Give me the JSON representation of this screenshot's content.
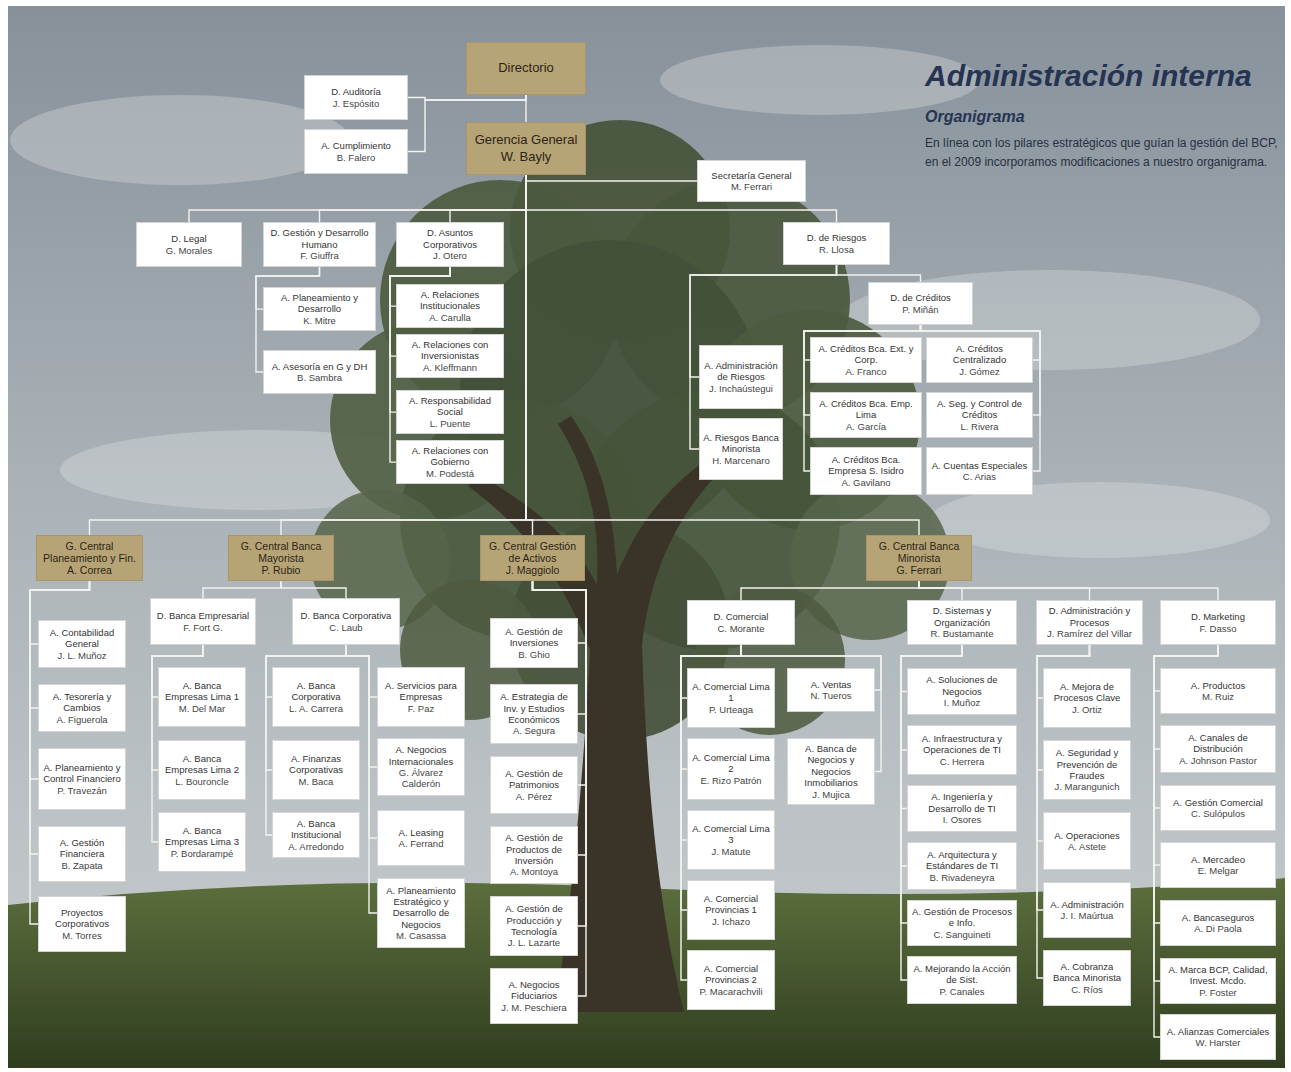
{
  "diagram": {
    "title": "Administración interna",
    "caption": "En línea con los pilares estratégicos que guían la gestión del BCP, en el 2009 incorporamos modificaciones a nuestro organigrama.",
    "labels": [
      "Organigrama"
    ],
    "nodes": [
      {
        "text": [
          "Directorio"
        ]
      },
      {
        "text": [
          "Gerencia General",
          "W. Bayly"
        ]
      },
      {
        "text": [
          "D. Auditoría",
          "J. Espósito"
        ]
      },
      {
        "text": [
          "A. Cumplimiento",
          "B. Falero"
        ]
      },
      {
        "text": [
          "Secretaría General",
          "M. Ferrari"
        ]
      },
      {
        "text": [
          "D. Legal",
          "G. Morales"
        ]
      },
      {
        "text": [
          "D. Gestión y Desarrollo Humano",
          "F. Giuffra"
        ]
      },
      {
        "text": [
          "D. Asuntos Corporativos",
          "J. Otero"
        ]
      },
      {
        "text": [
          "D. de Riesgos",
          "R. Llosa"
        ]
      },
      {
        "text": [
          "A. Planeamiento y Desarrollo",
          "K. Mitre"
        ]
      },
      {
        "text": [
          "A. Asesoría en G y DH",
          "B. Sambra"
        ]
      },
      {
        "text": [
          "A. Relaciones Institucionales",
          "A. Carulla"
        ]
      },
      {
        "text": [
          "A. Relaciones con Inversionistas",
          "A. Kleffmann"
        ]
      },
      {
        "text": [
          "A. Responsabilidad Social",
          "L. Puente"
        ]
      },
      {
        "text": [
          "A. Relaciones con Gobierno",
          "M. Podestá"
        ]
      },
      {
        "text": [
          "D. de Créditos",
          "P. Miñán"
        ]
      },
      {
        "text": [
          "A. Administración de Riesgos",
          "J. Inchaústegui"
        ]
      },
      {
        "text": [
          "A. Riesgos Banca Minorista",
          "H. Marcenaro"
        ]
      },
      {
        "text": [
          "A. Créditos Bca. Ext. y Corp.",
          "A. Franco"
        ]
      },
      {
        "text": [
          "A. Créditos Centralizado",
          "J. Gómez"
        ]
      },
      {
        "text": [
          "A. Créditos Bca. Emp. Lima",
          "A. García"
        ]
      },
      {
        "text": [
          "A. Seg. y Control de Créditos",
          "L. Rivera"
        ]
      },
      {
        "text": [
          "A. Créditos Bca. Empresa S. Isidro",
          "A. Gavilano"
        ]
      },
      {
        "text": [
          "A. Cuentas Especiales",
          "C. Arias"
        ]
      },
      {
        "text": [
          "G. Central Planeamiento y Fin.",
          "A. Correa"
        ]
      },
      {
        "text": [
          "G. Central Banca Mayorista",
          "P. Rubio"
        ]
      },
      {
        "text": [
          "G. Central Gestión de Activos",
          "J. Maggiolo"
        ]
      },
      {
        "text": [
          "G. Central Banca Minorista",
          "G. Ferrari"
        ]
      },
      {
        "text": [
          "A. Contabilidad General",
          "J. L. Muñoz"
        ]
      },
      {
        "text": [
          "A. Tesorería y Cambios",
          "A. Figuerola"
        ]
      },
      {
        "text": [
          "A. Planeamiento y Control Financiero",
          "P. Travezán"
        ]
      },
      {
        "text": [
          "A. Gestión Financiera",
          "B. Zapata"
        ]
      },
      {
        "text": [
          "Proyectos Corporativos",
          "M. Torres"
        ]
      },
      {
        "text": [
          "D. Banca Empresarial",
          "F. Fort G."
        ]
      },
      {
        "text": [
          "D. Banca Corporativa",
          "C. Laub"
        ]
      },
      {
        "text": [
          "A. Banca Empresas Lima 1",
          "M. Del Mar"
        ]
      },
      {
        "text": [
          "A. Banca Empresas Lima 2",
          "L. Bouroncle"
        ]
      },
      {
        "text": [
          "A. Banca Empresas Lima 3",
          "P. Bordarampé"
        ]
      },
      {
        "text": [
          "A. Banca Corporativa",
          "L. A. Carrera"
        ]
      },
      {
        "text": [
          "A. Finanzas Corporativas",
          "M. Baca"
        ]
      },
      {
        "text": [
          "A. Banca Institucional",
          "A. Arredondo"
        ]
      },
      {
        "text": [
          "A. Servicios para Empresas",
          "F. Paz"
        ]
      },
      {
        "text": [
          "A. Negocios Internacionales",
          "G. Álvarez Calderón"
        ]
      },
      {
        "text": [
          "A. Leasing",
          "A. Ferrand"
        ]
      },
      {
        "text": [
          "A. Planeamiento Estratégico y Desarrollo de Negocios",
          "M. Casassa"
        ]
      },
      {
        "text": [
          "A. Gestión de Inversiones",
          "B. Ghio"
        ]
      },
      {
        "text": [
          "A. Estrategia de Inv. y Estudios Económicos",
          "A. Segura"
        ]
      },
      {
        "text": [
          "A. Gestión de Patrimonios",
          "A. Pérez"
        ]
      },
      {
        "text": [
          "A. Gestión de Productos de Inversión",
          "A. Montoya"
        ]
      },
      {
        "text": [
          "A. Gestión de Producción y Tecnología",
          "J. L. Lazarte"
        ]
      },
      {
        "text": [
          "A. Negocios Fiduciarios",
          "J. M. Peschiera"
        ]
      },
      {
        "text": [
          "D. Comercial",
          "C. Morante"
        ]
      },
      {
        "text": [
          "D. Sistemas y Organización",
          "R. Bustamante"
        ]
      },
      {
        "text": [
          "D. Administración y Procesos",
          "J. Ramírez del Villar"
        ]
      },
      {
        "text": [
          "D. Marketing",
          "F. Dasso"
        ]
      },
      {
        "text": [
          "A. Comercial Lima 1",
          "P. Urteaga"
        ]
      },
      {
        "text": [
          "A. Comercial Lima 2",
          "E. Rizo Patrón"
        ]
      },
      {
        "text": [
          "A. Comercial Lima 3",
          "J. Matute"
        ]
      },
      {
        "text": [
          "A. Comercial Provincias 1",
          "J. Ichazo"
        ]
      },
      {
        "text": [
          "A. Comercial Provincias 2",
          "P. Macarachvili"
        ]
      },
      {
        "text": [
          "A. Ventas",
          "N. Tueros"
        ]
      },
      {
        "text": [
          "A. Banca de Negocios y Negocios Inmobiliarios",
          "J. Mujica"
        ]
      },
      {
        "text": [
          "A. Soluciones de Negocios",
          "I. Muñoz"
        ]
      },
      {
        "text": [
          "A. Infraestructura y Operaciones de TI",
          "C. Herrera"
        ]
      },
      {
        "text": [
          "A. Ingeniería y Desarrollo de TI",
          "I. Osores"
        ]
      },
      {
        "text": [
          "A. Arquitectura y Estándares de TI",
          "B. Rivadeneyra"
        ]
      },
      {
        "text": [
          "A. Gestión de Procesos e Info.",
          "C. Sanguineti"
        ]
      },
      {
        "text": [
          "A. Mejorando la Acción de Sist.",
          "P. Canales"
        ]
      },
      {
        "text": [
          "A. Mejora de Procesos Clave",
          "J. Ortiz"
        ]
      },
      {
        "text": [
          "A. Seguridad y Prevención de Fraudes",
          "J. Marangunich"
        ]
      },
      {
        "text": [
          "A. Operaciones",
          "A. Astete"
        ]
      },
      {
        "text": [
          "A. Administración",
          "J. I. Maúrtua"
        ]
      },
      {
        "text": [
          "A. Cobranza Banca Minorista",
          "C. Ríos"
        ]
      },
      {
        "text": [
          "A. Productos",
          "M. Ruiz"
        ]
      },
      {
        "text": [
          "A. Canales de Distribución",
          "A. Johnson Pastor"
        ]
      },
      {
        "text": [
          "A. Gestión Comercial",
          "C. Sulópulos"
        ]
      },
      {
        "text": [
          "A. Mercadeo",
          "E. Melgar"
        ]
      },
      {
        "text": [
          "A. Bancaseguros",
          "A. Di Paola"
        ]
      },
      {
        "text": [
          "A. Marca BCP, Calidad, Invest. Mcdo.",
          "P. Foster"
        ]
      },
      {
        "text": [
          "A. Alianzas Comerciales",
          "W. Harster"
        ]
      }
    ],
    "edges": [
      {
        "from": 0,
        "to": 1,
        "arrow": "none"
      },
      {
        "from": 0,
        "to": 2,
        "arrow": "none"
      },
      {
        "from": 0,
        "to": 3,
        "arrow": "none"
      },
      {
        "from": 1,
        "to": 4,
        "arrow": "none"
      },
      {
        "from": 1,
        "to": 5,
        "arrow": "none"
      },
      {
        "from": 1,
        "to": 6,
        "arrow": "none"
      },
      {
        "from": 1,
        "to": 7,
        "arrow": "none"
      },
      {
        "from": 1,
        "to": 8,
        "arrow": "none"
      },
      {
        "from": 6,
        "to": 9,
        "arrow": "none"
      },
      {
        "from": 6,
        "to": 10,
        "arrow": "none"
      },
      {
        "from": 7,
        "to": 11,
        "arrow": "none"
      },
      {
        "from": 7,
        "to": 12,
        "arrow": "none"
      },
      {
        "from": 7,
        "to": 13,
        "arrow": "none"
      },
      {
        "from": 7,
        "to": 14,
        "arrow": "none"
      },
      {
        "from": 8,
        "to": 15,
        "arrow": "none"
      },
      {
        "from": 8,
        "to": 16,
        "arrow": "none"
      },
      {
        "from": 8,
        "to": 17,
        "arrow": "none"
      },
      {
        "from": 15,
        "to": 18,
        "arrow": "none"
      },
      {
        "from": 15,
        "to": 19,
        "arrow": "none"
      },
      {
        "from": 15,
        "to": 20,
        "arrow": "none"
      },
      {
        "from": 15,
        "to": 21,
        "arrow": "none"
      },
      {
        "from": 15,
        "to": 22,
        "arrow": "none"
      },
      {
        "from": 15,
        "to": 23,
        "arrow": "none"
      },
      {
        "from": 1,
        "to": 24,
        "arrow": "none"
      },
      {
        "from": 1,
        "to": 25,
        "arrow": "none"
      },
      {
        "from": 1,
        "to": 26,
        "arrow": "none"
      },
      {
        "from": 1,
        "to": 27,
        "arrow": "none"
      },
      {
        "from": 24,
        "to": 28,
        "arrow": "none"
      },
      {
        "from": 24,
        "to": 29,
        "arrow": "none"
      },
      {
        "from": 24,
        "to": 30,
        "arrow": "none"
      },
      {
        "from": 24,
        "to": 31,
        "arrow": "none"
      },
      {
        "from": 24,
        "to": 32,
        "arrow": "none"
      },
      {
        "from": 25,
        "to": 33,
        "arrow": "none"
      },
      {
        "from": 25,
        "to": 34,
        "arrow": "none"
      },
      {
        "from": 33,
        "to": 35,
        "arrow": "none"
      },
      {
        "from": 33,
        "to": 36,
        "arrow": "none"
      },
      {
        "from": 33,
        "to": 37,
        "arrow": "none"
      },
      {
        "from": 34,
        "to": 38,
        "arrow": "none"
      },
      {
        "from": 34,
        "to": 39,
        "arrow": "none"
      },
      {
        "from": 34,
        "to": 40,
        "arrow": "none"
      },
      {
        "from": 34,
        "to": 41,
        "arrow": "none"
      },
      {
        "from": 34,
        "to": 42,
        "arrow": "none"
      },
      {
        "from": 34,
        "to": 43,
        "arrow": "none"
      },
      {
        "from": 34,
        "to": 44,
        "arrow": "none"
      },
      {
        "from": 26,
        "to": 45,
        "arrow": "none"
      },
      {
        "from": 26,
        "to": 46,
        "arrow": "none"
      },
      {
        "from": 26,
        "to": 47,
        "arrow": "none"
      },
      {
        "from": 26,
        "to": 48,
        "arrow": "none"
      },
      {
        "from": 26,
        "to": 49,
        "arrow": "none"
      },
      {
        "from": 26,
        "to": 50,
        "arrow": "none"
      },
      {
        "from": 27,
        "to": 51,
        "arrow": "none"
      },
      {
        "from": 27,
        "to": 52,
        "arrow": "none"
      },
      {
        "from": 27,
        "to": 53,
        "arrow": "none"
      },
      {
        "from": 27,
        "to": 54,
        "arrow": "none"
      },
      {
        "from": 51,
        "to": 55,
        "arrow": "none"
      },
      {
        "from": 51,
        "to": 56,
        "arrow": "none"
      },
      {
        "from": 51,
        "to": 57,
        "arrow": "none"
      },
      {
        "from": 51,
        "to": 58,
        "arrow": "none"
      },
      {
        "from": 51,
        "to": 59,
        "arrow": "none"
      },
      {
        "from": 51,
        "to": 60,
        "arrow": "none"
      },
      {
        "from": 51,
        "to": 61,
        "arrow": "none"
      },
      {
        "from": 52,
        "to": 62,
        "arrow": "none"
      },
      {
        "from": 52,
        "to": 63,
        "arrow": "none"
      },
      {
        "from": 52,
        "to": 64,
        "arrow": "none"
      },
      {
        "from": 52,
        "to": 65,
        "arrow": "none"
      },
      {
        "from": 52,
        "to": 66,
        "arrow": "none"
      },
      {
        "from": 52,
        "to": 67,
        "arrow": "none"
      },
      {
        "from": 53,
        "to": 68,
        "arrow": "none"
      },
      {
        "from": 53,
        "to": 69,
        "arrow": "none"
      },
      {
        "from": 53,
        "to": 70,
        "arrow": "none"
      },
      {
        "from": 53,
        "to": 71,
        "arrow": "none"
      },
      {
        "from": 53,
        "to": 72,
        "arrow": "none"
      },
      {
        "from": 54,
        "to": 73,
        "arrow": "none"
      },
      {
        "from": 54,
        "to": 74,
        "arrow": "none"
      },
      {
        "from": 54,
        "to": 75,
        "arrow": "none"
      },
      {
        "from": 54,
        "to": 76,
        "arrow": "none"
      },
      {
        "from": 54,
        "to": 77,
        "arrow": "none"
      },
      {
        "from": 54,
        "to": 78,
        "arrow": "none"
      },
      {
        "from": 54,
        "to": 79,
        "arrow": "none"
      }
    ]
  }
}
